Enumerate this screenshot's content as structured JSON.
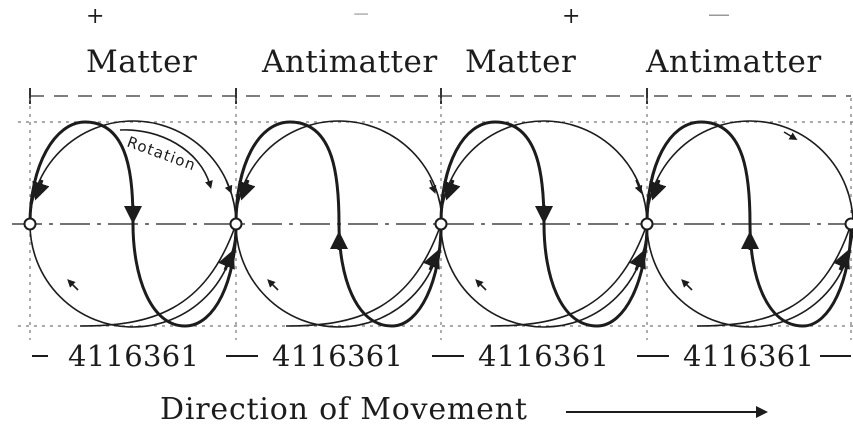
{
  "segments": [
    {
      "label": "Matter",
      "sign": "+",
      "width_label": "4116361"
    },
    {
      "label": "Antimatter",
      "sign": "−",
      "width_label": "4116361"
    },
    {
      "label": "Matter",
      "sign": "+",
      "width_label": "4116361"
    },
    {
      "label": "Antimatter",
      "sign": "—",
      "width_label": "4116361"
    }
  ],
  "rotation_label": "Rotation",
  "caption": "Direction of Movement",
  "colors": {
    "ink": "#1c1c1c",
    "guide": "#555555",
    "background": "#ffffff"
  }
}
